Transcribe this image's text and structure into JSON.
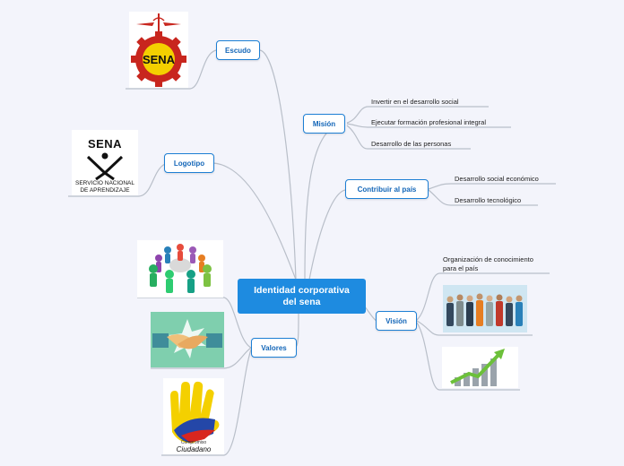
{
  "central": {
    "line1": "Identidad corporativa",
    "line2": "del sena"
  },
  "branches": {
    "escudo": "Escudo",
    "logotipo": "Logotipo",
    "valores": "Valores",
    "mision": "Misión",
    "contribuir": "Contribuir al país",
    "vision": "Visión"
  },
  "mision_items": [
    "Invertir en el desarrollo social",
    "Ejecutar formación profesional integral",
    "Desarrollo de las personas"
  ],
  "contribuir_items": [
    "Desarrollo social económico",
    "Desarrollo tecnológico"
  ],
  "vision_items": {
    "line1": "Organización de conocimiento",
    "line2": "para el país"
  },
  "images": {
    "escudo_text": "SENA",
    "logo_title": "SENA",
    "logo_line1": "SERVICIO NACIONAL",
    "logo_line2": "DE APRENDIZAJE",
    "compromiso_small": "Compromiso",
    "compromiso_big": "Ciudadano"
  },
  "colors": {
    "accent": "#1d7fd4",
    "central_bg": "#1e8be0",
    "connector": "#b9bfc9",
    "canvas_bg": "#f3f4fb"
  }
}
